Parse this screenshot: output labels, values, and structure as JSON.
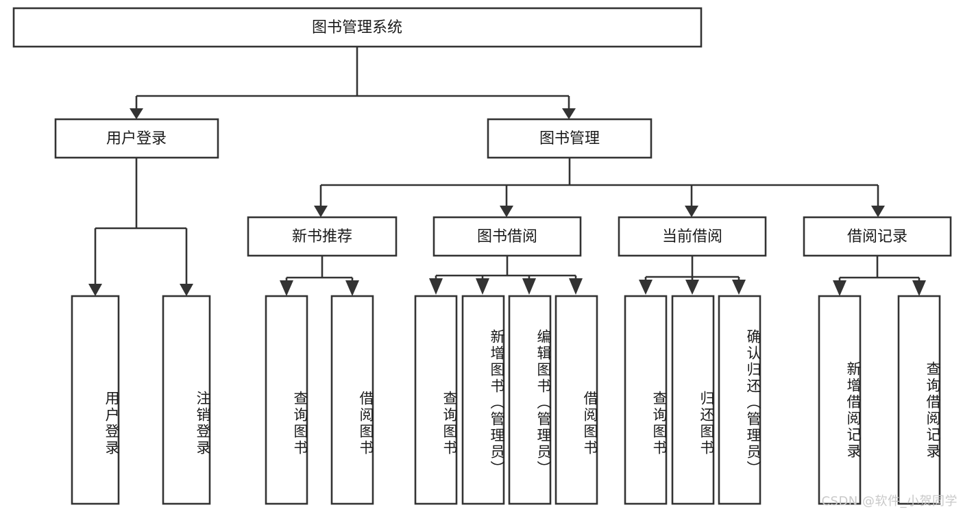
{
  "diagram": {
    "title": "图书管理系统",
    "watermark": "CSDN @软件_小贺同学",
    "colors": {
      "background": "#ffffff",
      "box_stroke": "#333333",
      "box_fill": "#ffffff",
      "text": "#1a1a1a",
      "watermark": "#c9c9c9"
    },
    "root": {
      "label": "图书管理系统"
    },
    "level2": [
      {
        "label": "用户登录"
      },
      {
        "label": "图书管理"
      }
    ],
    "level3": [
      {
        "label": "新书推荐"
      },
      {
        "label": "图书借阅"
      },
      {
        "label": "当前借阅"
      },
      {
        "label": "借阅记录"
      }
    ],
    "leaves": {
      "user_login": [
        {
          "label": "用户登录"
        },
        {
          "label": "注销登录"
        }
      ],
      "new_book_recommend": [
        {
          "label": "查询图书"
        },
        {
          "label": "借阅图书"
        }
      ],
      "book_borrow": [
        {
          "label": "查询图书"
        },
        {
          "label": "新增图书（管理员）"
        },
        {
          "label": "编辑图书（管理员）"
        },
        {
          "label": "借阅图书"
        }
      ],
      "current_borrow": [
        {
          "label": "查询图书"
        },
        {
          "label": "归还图书"
        },
        {
          "label": "确认归还（管理员）"
        }
      ],
      "borrow_record": [
        {
          "label": "新增借阅记录"
        },
        {
          "label": "查询借阅记录"
        }
      ]
    }
  }
}
